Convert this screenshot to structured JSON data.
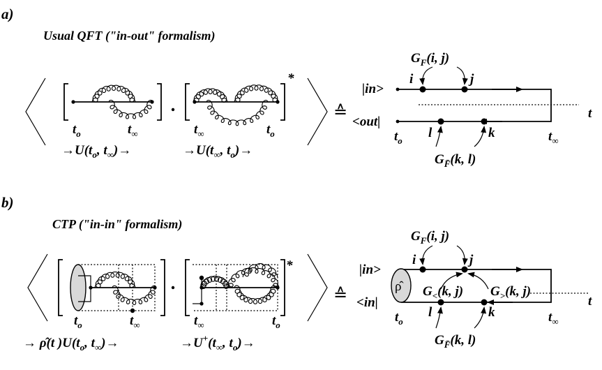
{
  "section_a": {
    "tag": "a)",
    "caption": "Usual QFT (\"in-out\" formalism)",
    "star": "*",
    "equiv": "≙",
    "t0": "t",
    "t0_sub": "o",
    "tinf": "t",
    "tinf_sub": "∞",
    "evolution_left": "→U(t",
    "evolution_left_mid": ", t",
    "evolution_left_end": ")→",
    "evolution_right": "→U(t",
    "evolution_right_mid": ", t",
    "evolution_right_end": ")→",
    "contour": {
      "in_label": "|in>",
      "out_label": "<out|",
      "t_axis": "t",
      "points_top": [
        "i",
        "j"
      ],
      "points_bottom": [
        "l",
        "k"
      ],
      "prop_top": "G",
      "prop_top_sub": "F",
      "prop_top_args": "(i, j)",
      "prop_bottom": "G",
      "prop_bottom_sub": "F̄",
      "prop_bottom_args": "(k, l)"
    }
  },
  "section_b": {
    "tag": "b)",
    "caption": "CTP (\"in-in\" formalism)",
    "star": "*",
    "equiv": "≙",
    "evolution_left": "→ ρ̂(t   )U(t",
    "evolution_left_mid": ", t",
    "evolution_left_end": ")→",
    "evolution_right": "→U",
    "evolution_right_sup": "+",
    "evolution_right_rest": "(t",
    "evolution_right_mid": ", t",
    "evolution_right_end": ")→",
    "contour": {
      "in_label": "|in>",
      "out_label": "<in|",
      "rho": "ρ̂",
      "t_axis": "t",
      "points_top": [
        "i",
        "j"
      ],
      "points_bottom": [
        "l",
        "k"
      ],
      "prop_top": "G",
      "prop_top_sub": "F",
      "prop_top_args": "(i, j)",
      "prop_less": "G",
      "prop_less_sub": "<",
      "prop_less_args": "(k, j)",
      "prop_greater": "G",
      "prop_greater_sub": ">",
      "prop_greater_args": "(k, j)",
      "prop_bottom": "G",
      "prop_bottom_sub": "F̄",
      "prop_bottom_args": "(k, l)"
    }
  }
}
